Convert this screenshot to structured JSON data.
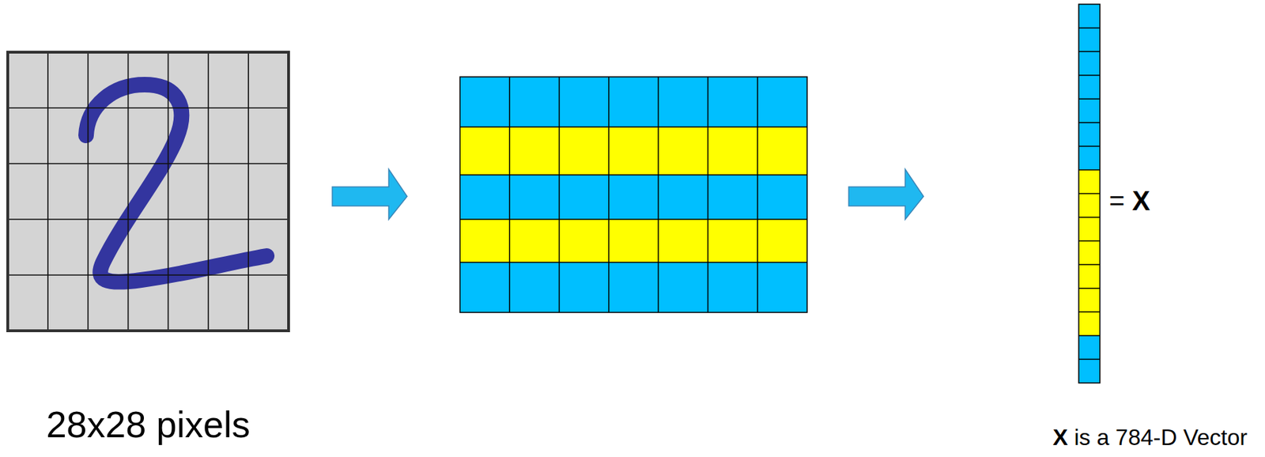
{
  "diagram": {
    "labels": [
      "28x28 pixels",
      "= X",
      "X is a 784-D Vector"
    ]
  }
}
